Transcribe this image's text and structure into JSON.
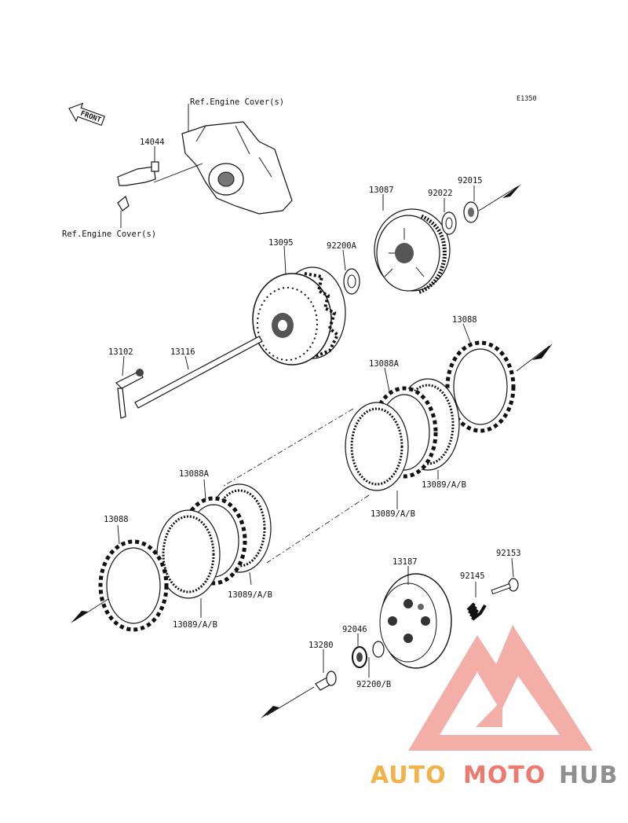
{
  "diagram": {
    "code": "E1350",
    "front_label": "FRONT",
    "refs": {
      "engine_cover_top": "Ref.Engine Cover(s)",
      "engine_cover_left": "Ref.Engine Cover(s)"
    },
    "parts": {
      "p14044": "14044",
      "p13087": "13087",
      "p92022": "92022",
      "p92015": "92015",
      "p13095": "13095",
      "p92200A": "92200A",
      "p13088_right": "13088",
      "p13102": "13102",
      "p13116": "13116",
      "p13088A_right": "13088A",
      "p13089_right_a": "13089/A/B",
      "p13089_right_b": "13089/A/B",
      "p13088A_left": "13088A",
      "p13088_left": "13088",
      "p13089_left_a": "13089/A/B",
      "p13089_left_b": "13089/A/B",
      "p13187": "13187",
      "p92153": "92153",
      "p92145": "92145",
      "p92046": "92046",
      "p13280": "13280",
      "p92200B": "92200/B"
    }
  },
  "watermark": {
    "part1": "AUTO",
    "part2": "MOTO",
    "part3": "HUB",
    "colors": {
      "auto": "#f2b24a",
      "moto": "#ee7a6f",
      "hub": "#8f8f8f",
      "logo": "#ee7a6f"
    }
  }
}
